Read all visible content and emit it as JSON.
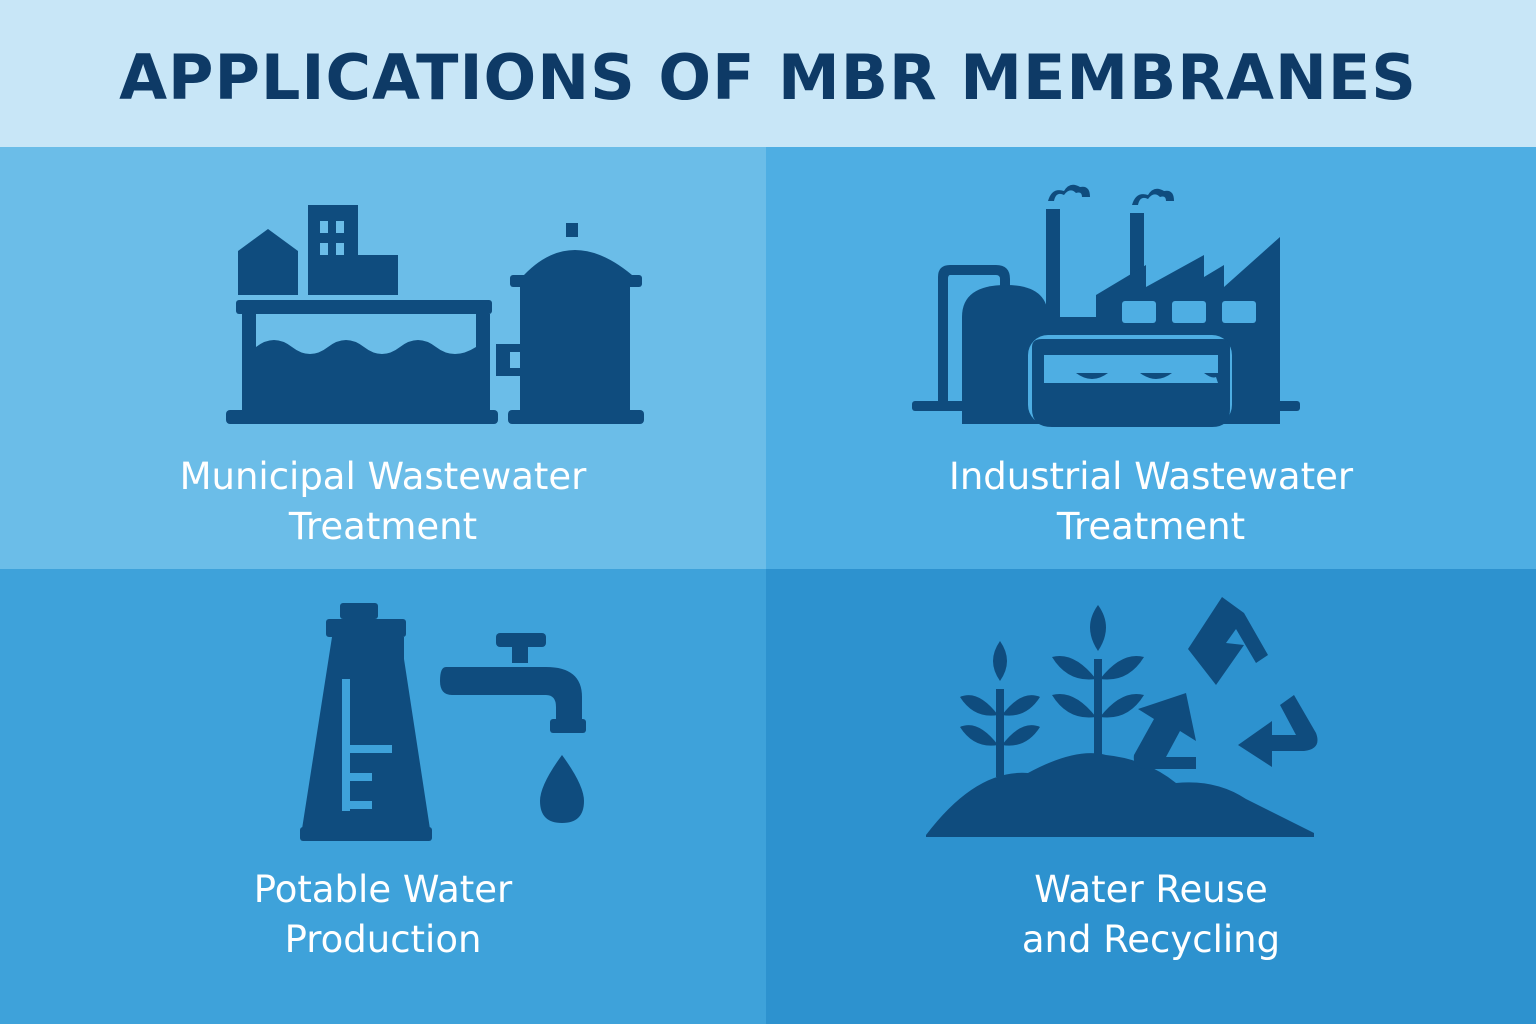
{
  "title": "APPLICATIONS OF MBR MEMBRANES",
  "colors": {
    "header_bg": "#c8e6f7",
    "title_text": "#0e3a66",
    "icon_fill": "#0f4c7e",
    "label_text": "#ffffff"
  },
  "applications": [
    {
      "label_line1": "Municipal Wastewater",
      "label_line2": "Treatment",
      "icon": "municipal-treatment-plant-icon"
    },
    {
      "label_line1": "Industrial Wastewater",
      "label_line2": "Treatment",
      "icon": "factory-icon"
    },
    {
      "label_line1": "Potable Water",
      "label_line2": "Production",
      "icon": "water-tower-tap-icon"
    },
    {
      "label_line1": "Water Reuse",
      "label_line2": "and Recycling",
      "icon": "plants-recycle-icon"
    }
  ]
}
